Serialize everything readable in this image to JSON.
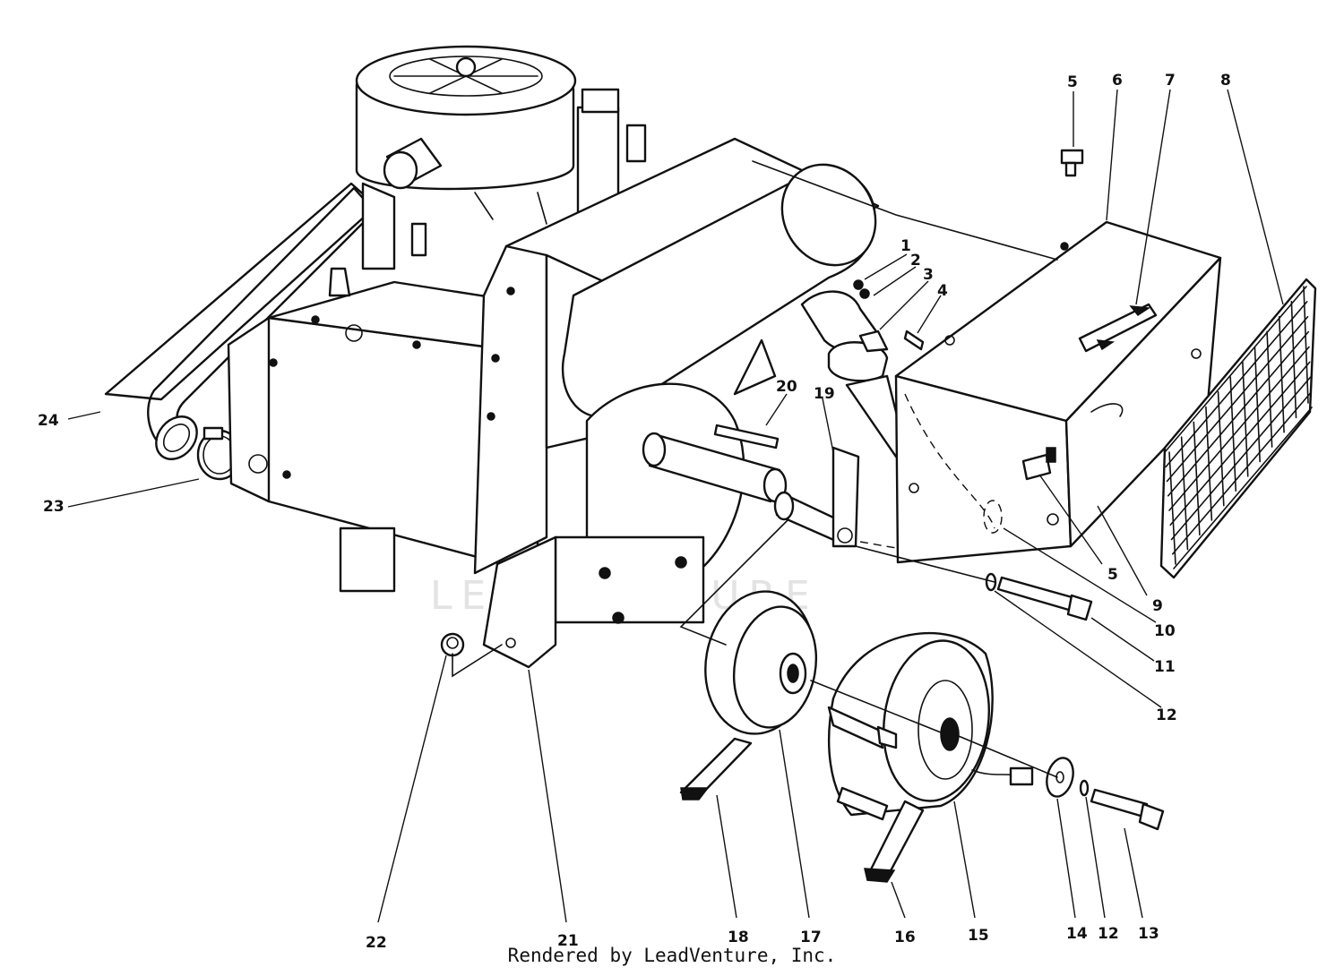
{
  "callouts": [
    {
      "id": "c1",
      "label": "1"
    },
    {
      "id": "c2",
      "label": "2"
    },
    {
      "id": "c3",
      "label": "3"
    },
    {
      "id": "c4",
      "label": "4"
    },
    {
      "id": "c5a",
      "label": "5"
    },
    {
      "id": "c5b",
      "label": "5"
    },
    {
      "id": "c6",
      "label": "6"
    },
    {
      "id": "c7",
      "label": "7"
    },
    {
      "id": "c8",
      "label": "8"
    },
    {
      "id": "c9",
      "label": "9"
    },
    {
      "id": "c10",
      "label": "10"
    },
    {
      "id": "c11",
      "label": "11"
    },
    {
      "id": "c12a",
      "label": "12"
    },
    {
      "id": "c12b",
      "label": "12"
    },
    {
      "id": "c13",
      "label": "13"
    },
    {
      "id": "c14",
      "label": "14"
    },
    {
      "id": "c15",
      "label": "15"
    },
    {
      "id": "c16",
      "label": "16"
    },
    {
      "id": "c17",
      "label": "17"
    },
    {
      "id": "c18",
      "label": "18"
    },
    {
      "id": "c19",
      "label": "19"
    },
    {
      "id": "c20",
      "label": "20"
    },
    {
      "id": "c21",
      "label": "21"
    },
    {
      "id": "c22",
      "label": "22"
    },
    {
      "id": "c23",
      "label": "23"
    },
    {
      "id": "c24",
      "label": "24"
    }
  ],
  "watermark": "LEADVENTURE",
  "credit": "Rendered by LeadVenture, Inc."
}
